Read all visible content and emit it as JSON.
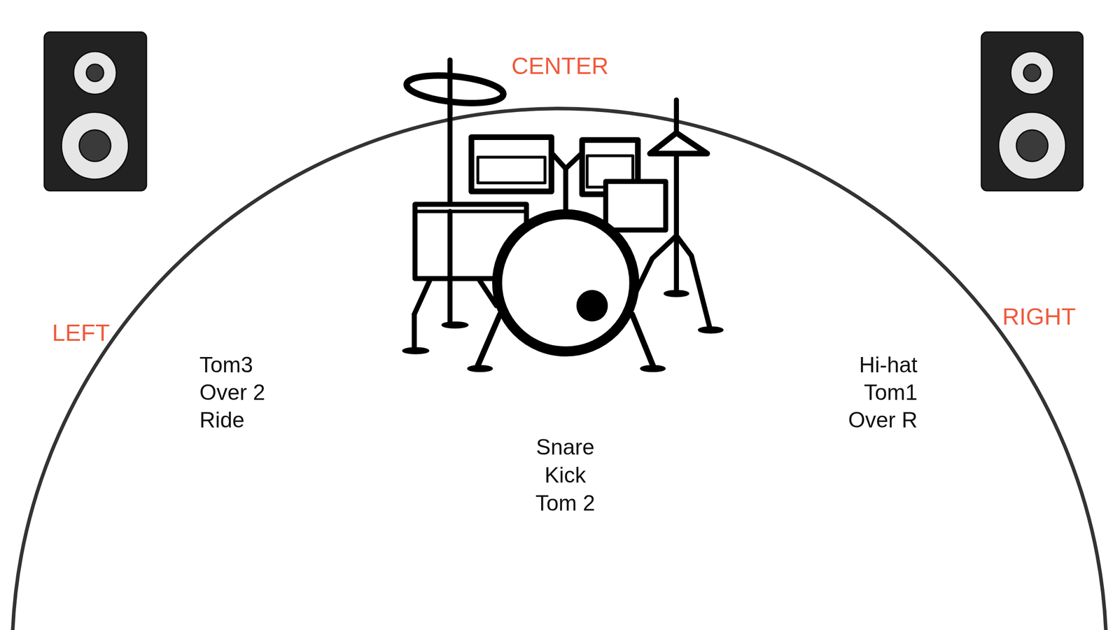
{
  "diagram": {
    "labels": [
      "CENTER",
      "LEFT",
      "RIGHT",
      "Tom3",
      "Over 2",
      "Ride",
      "Hi-hat",
      "Tom1",
      "Over R",
      "Snare",
      "Kick",
      "Tom 2"
    ]
  }
}
